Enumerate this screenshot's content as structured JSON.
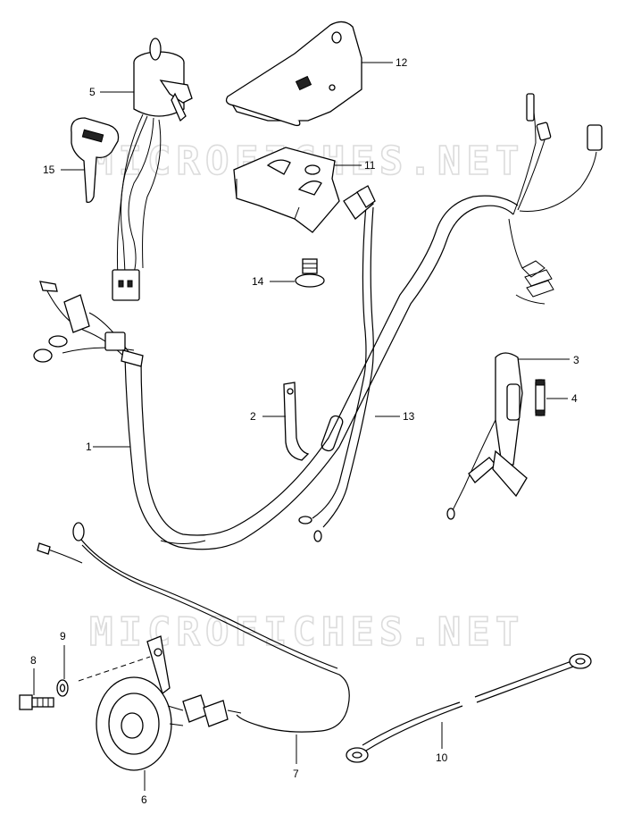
{
  "watermark": {
    "text_top": "MICROFICHES.NET",
    "text_bottom": "MICROFICHES.NET"
  },
  "callouts": {
    "c1": "1",
    "c2": "2",
    "c3": "3",
    "c4": "4",
    "c5": "5",
    "c6": "6",
    "c7": "7",
    "c8": "8",
    "c9": "9",
    "c10": "10",
    "c11": "11",
    "c12": "12",
    "c13": "13",
    "c14": "14",
    "c15": "15"
  }
}
